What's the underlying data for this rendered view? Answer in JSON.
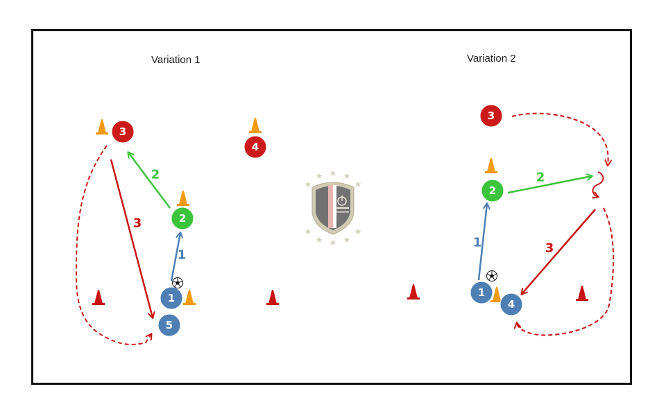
{
  "variation_1": {
    "title": "Variation 1"
  },
  "variation_2": {
    "title": "Variation 2"
  },
  "colors": {
    "red_team": "#cc1a1a",
    "blue_team": "#4d7fb5",
    "green_team": "#3cc43c",
    "cone_orange": "#f39a10",
    "cone_red": "#c81414",
    "pass_green": "#3cc43c",
    "pass_blue": "#4d7fb5",
    "run_red": "#c81414",
    "border": "#111111"
  },
  "players": {
    "v1_red_3": "3",
    "v1_red_4": "4",
    "v1_green_2": "2",
    "v1_blue_1": "1",
    "v1_blue_5": "5",
    "v2_red_3": "3",
    "v2_green_2": "2",
    "v2_blue_1": "1",
    "v2_blue_4": "4"
  },
  "sequence_labels": {
    "v1_pass_1": "1",
    "v1_pass_2": "2",
    "v1_run_3": "3",
    "v2_pass_1": "1",
    "v2_pass_2": "2",
    "v2_run_3": "3"
  },
  "icons": {
    "ball": "soccer-ball-icon",
    "cone": "training-cone-icon",
    "logo": "club-crest-logo"
  }
}
